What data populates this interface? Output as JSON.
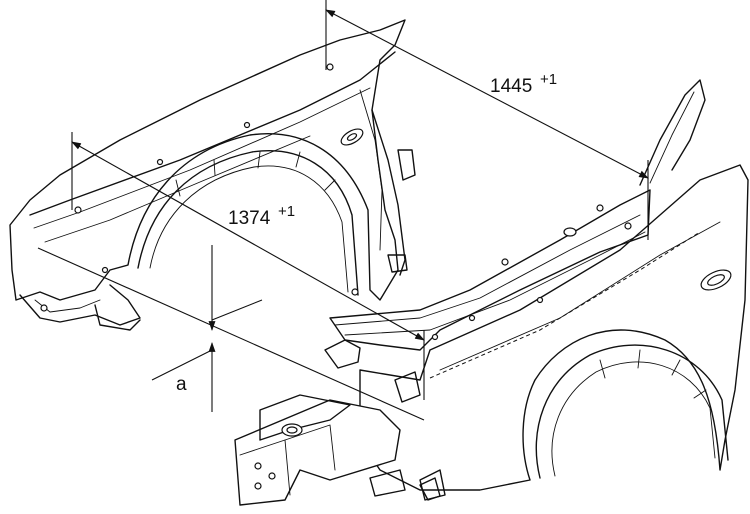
{
  "dimensions": {
    "rear": {
      "value": "1445",
      "tolerance": "+1"
    },
    "front": {
      "value": "1374",
      "tolerance": "+1"
    },
    "height": {
      "label": "a"
    }
  }
}
